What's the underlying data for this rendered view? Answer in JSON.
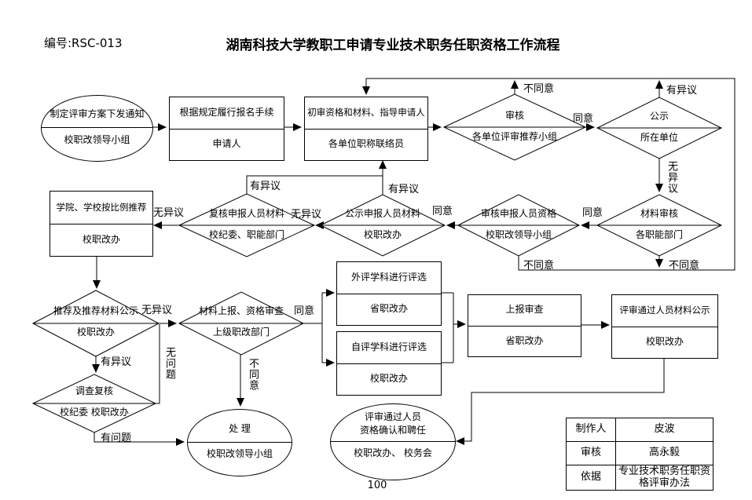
{
  "header": {
    "code": "编号:RSC-013",
    "title": "湖南科技大学教职工申请专业技术职务任职资格工作流程"
  },
  "labels": {
    "agree": "同意",
    "disagree": "不同意",
    "objection": "有异议",
    "no_objection": "无异议",
    "no_problem": "无问题",
    "problem": "有问题"
  },
  "nodes": {
    "start": {
      "action": "制定评审方案下发通知",
      "actor": "校职改领导小组"
    },
    "apply": {
      "action": "根据规定履行报名手续",
      "actor": "申请人"
    },
    "initial_review": {
      "action": "初审资格和材料、指导申请人",
      "actor": "各单位职称联络员"
    },
    "unit_review": {
      "action": "审核",
      "actor": "各单位评审推荐小组"
    },
    "publicity": {
      "action": "公示",
      "actor": "所在单位"
    },
    "material_review": {
      "action": "材料审核",
      "actor": "各职能部门"
    },
    "qual_review": {
      "action": "审核申报人员资格",
      "actor": "校职改领导小组"
    },
    "material_publicity": {
      "action": "公示申报人员材料",
      "actor": "校职改办"
    },
    "recheck": {
      "action": "复核申报人员材料",
      "actor": "校纪委、职能部门"
    },
    "recommend": {
      "action": "学院、学校按比例推荐",
      "actor": "校职改办"
    },
    "recommend_publicity": {
      "action": "推荐及推荐材料公示",
      "actor": "校职改办"
    },
    "submit_check": {
      "action": "材料上报、资格审查",
      "actor": "上级职改部门"
    },
    "external_eval": {
      "action": "外评学科进行评选",
      "actor": "省职改办"
    },
    "self_eval": {
      "action": "自评学科进行评选",
      "actor": "校职改办"
    },
    "report_review": {
      "action": "上报审查",
      "actor": "省职改办"
    },
    "passed_publicity": {
      "action": "评审通过人员材料公示",
      "actor": "校职改办"
    },
    "investigate": {
      "action": "调查复核",
      "actor": "校纪委 校职改办"
    },
    "handle": {
      "action": "处  理",
      "actor": "校职改领导小组"
    },
    "confirm": {
      "action_line1": "评审通过人员",
      "action_line2": "资格确认和聘任",
      "actor": "校职改办、 校务会"
    }
  },
  "info_table": {
    "rows": [
      {
        "label": "制作人",
        "value": "皮波"
      },
      {
        "label": "审核",
        "value": "高永毅"
      },
      {
        "label": "依据",
        "value": "专业技术职务任职资格评审办法"
      }
    ]
  },
  "page_number": "100"
}
